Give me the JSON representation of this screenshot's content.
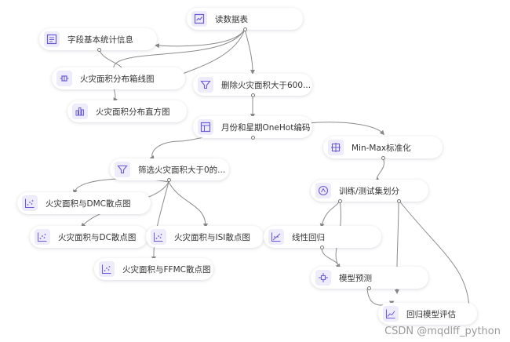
{
  "nodes": [
    {
      "id": "read",
      "label": "读数据表",
      "icon": "table-icon"
    },
    {
      "id": "stats",
      "label": "字段基本统计信息",
      "icon": "stats-icon"
    },
    {
      "id": "boxplot",
      "label": "火灾面积分布箱线图",
      "icon": "boxplot-icon"
    },
    {
      "id": "hist",
      "label": "火灾面积分布直方图",
      "icon": "histogram-icon"
    },
    {
      "id": "del",
      "label": "删除火灾面积大于600...",
      "icon": "filter-icon"
    },
    {
      "id": "onehot",
      "label": "月份和星期OneHot编码",
      "icon": "table-icon"
    },
    {
      "id": "minmax",
      "label": "Min-Max标准化",
      "icon": "normalize-icon"
    },
    {
      "id": "filter0",
      "label": "筛选火灾面积大于0的...",
      "icon": "filter-icon"
    },
    {
      "id": "split",
      "label": "训练/测试集划分",
      "icon": "split-icon"
    },
    {
      "id": "dmc",
      "label": "火灾面积与DMC散点图",
      "icon": "scatter-icon"
    },
    {
      "id": "dc",
      "label": "火灾面积与DC散点图",
      "icon": "scatter-icon"
    },
    {
      "id": "isi",
      "label": "火灾面积与ISI散点图",
      "icon": "scatter-icon"
    },
    {
      "id": "linreg",
      "label": "线性回归",
      "icon": "regression-icon"
    },
    {
      "id": "ffmc",
      "label": "火灾面积与FFMC散点图",
      "icon": "scatter-icon"
    },
    {
      "id": "predict",
      "label": "模型预测",
      "icon": "predict-icon"
    },
    {
      "id": "eval",
      "label": "回归模型评估",
      "icon": "evaluate-icon"
    }
  ],
  "watermark": "CSDN @mqdlff_python",
  "colors": {
    "accent": "#6b5bd6",
    "edge": "#8a8a8a",
    "node_icon_bg": "#eeecfb"
  }
}
